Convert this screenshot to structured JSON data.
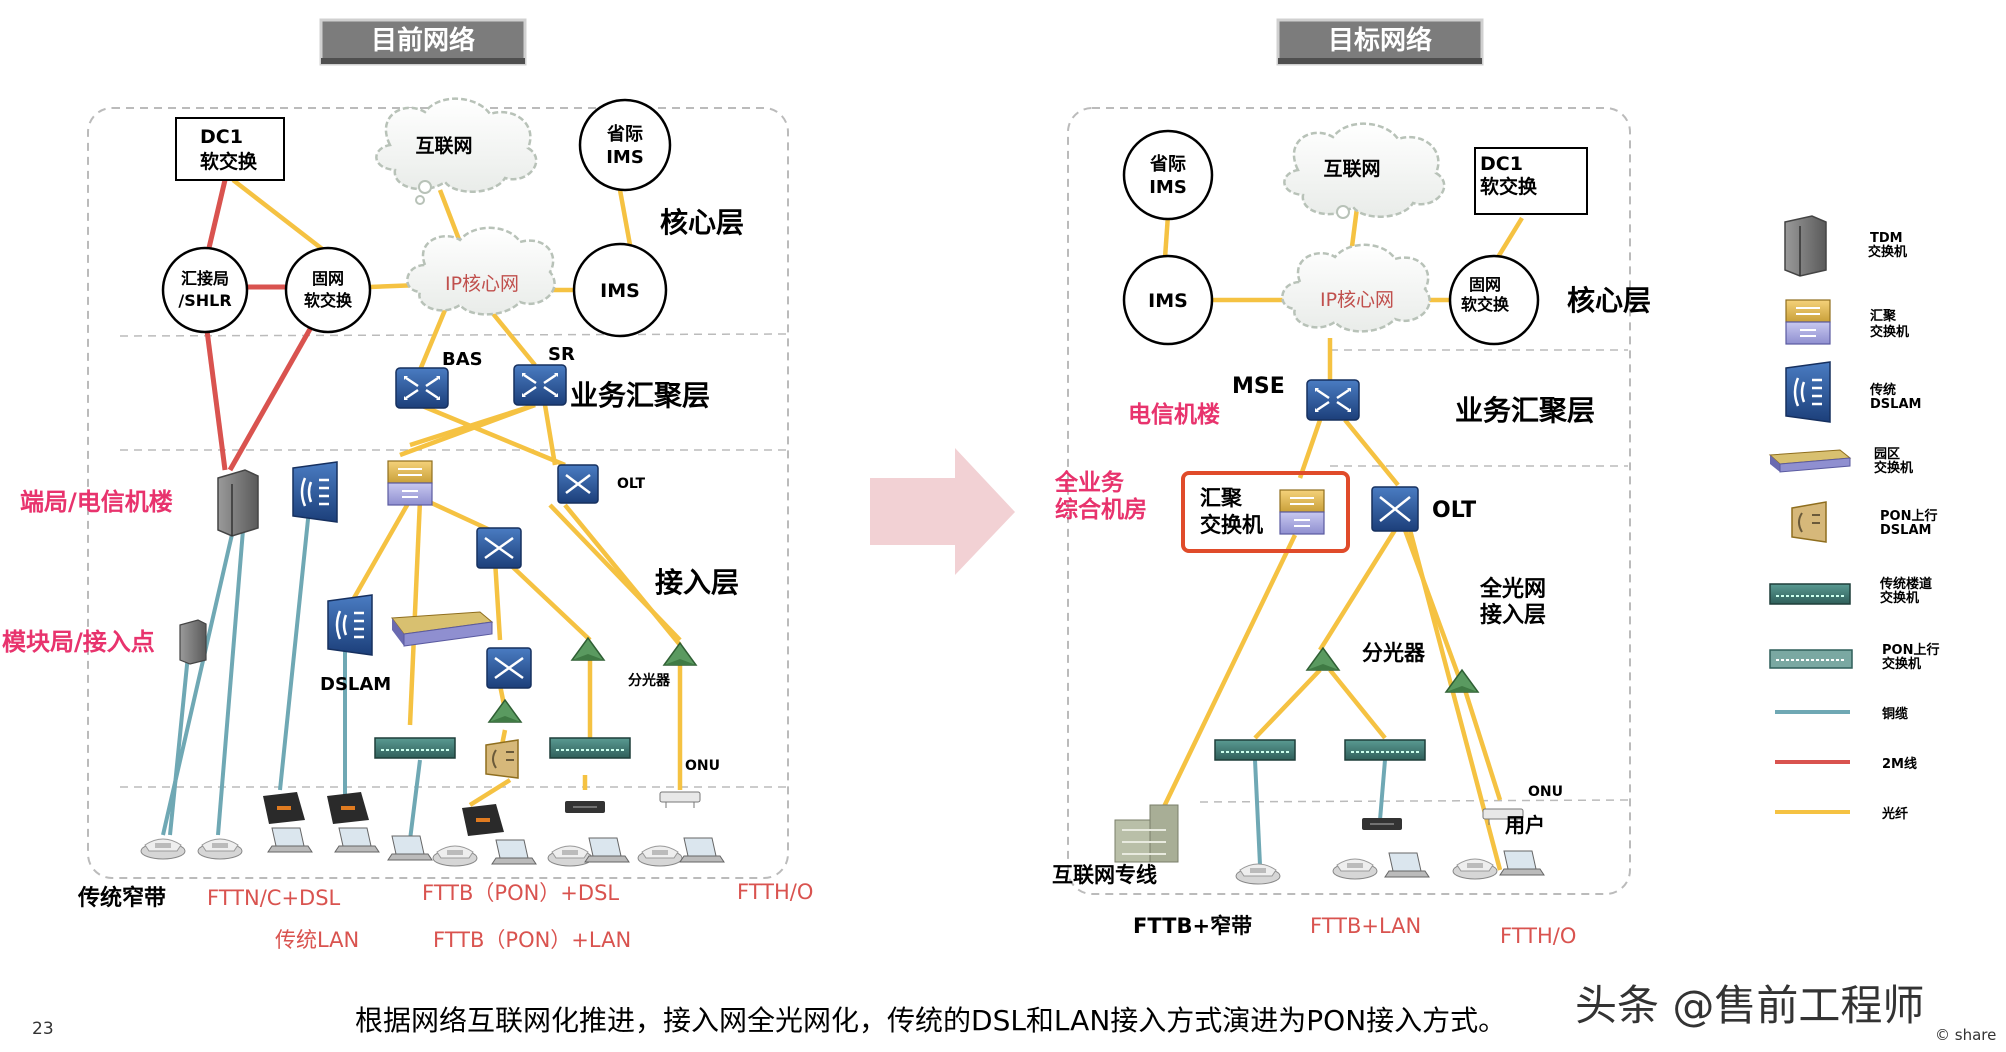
{
  "left": {
    "header": "目前网络",
    "dc1": [
      "DC1",
      "软交换"
    ],
    "internet": "互联网",
    "intl_ims": [
      "省际",
      "IMS"
    ],
    "core_layer": "核心层",
    "hub": [
      "汇接局",
      "/SHLR"
    ],
    "fixed_softswitch": [
      "固网",
      "软交换"
    ],
    "ip_core": "IP核心网",
    "ims": "IMS",
    "bas": "BAS",
    "sr": "SR",
    "agg_layer": "业务汇聚层",
    "olt": "OLT",
    "access_layer": "接入层",
    "end_office": "端局/电信机楼",
    "module_office": "模块局/接入点",
    "dslam": "DSLAM",
    "splitter": "分光器",
    "onu": "ONU",
    "labels": {
      "legacy_narrowband": "传统窄带",
      "fttn": "FTTN/C+DSL",
      "legacy_lan": "传统LAN",
      "fttb_dsl": "FTTB（PON）+DSL",
      "fttb_lan": "FTTB（PON）+LAN",
      "ftth": "FTTH/O"
    }
  },
  "right": {
    "header": "目标网络",
    "intl_ims": [
      "省际",
      "IMS"
    ],
    "internet": "互联网",
    "dc1": [
      "DC1",
      "软交换"
    ],
    "ims": "IMS",
    "ip_core": "IP核心网",
    "fixed_softswitch": [
      "固网",
      "软交换"
    ],
    "core_layer": "核心层",
    "mse": "MSE",
    "telecom_building": "电信机楼",
    "agg_layer": "业务汇聚层",
    "full_service": [
      "全业务",
      "综合机房"
    ],
    "agg_switch": [
      "汇聚",
      "交换机"
    ],
    "olt": "OLT",
    "all_optical": [
      "全光网",
      "接入层"
    ],
    "splitter": "分光器",
    "onu": "ONU",
    "user": "用户",
    "internet_line": "互联网专线",
    "labels": {
      "fttb_narrow": "FTTB+窄带",
      "fttb_lan": "FTTB+LAN",
      "ftth": "FTTH/O"
    }
  },
  "legend": [
    {
      "icon": "tdm-switch-icon",
      "label": [
        "TDM",
        "交换机"
      ]
    },
    {
      "icon": "aggregation-switch-icon",
      "label": [
        "汇聚",
        "交换机"
      ]
    },
    {
      "icon": "dslam-icon",
      "label": [
        "传统",
        "DSLAM"
      ]
    },
    {
      "icon": "campus-switch-icon",
      "label": [
        "园区",
        "交换机"
      ]
    },
    {
      "icon": "pon-dslam-icon",
      "label": [
        "PON上行",
        "DSLAM"
      ]
    },
    {
      "icon": "corridor-switch-icon",
      "label": [
        "传统楼道",
        "交换机"
      ]
    },
    {
      "icon": "pon-switch-icon",
      "label": [
        "PON上行",
        "交换机"
      ]
    },
    {
      "icon": "copper-line-icon",
      "label": [
        "铜缆"
      ]
    },
    {
      "icon": "2m-line-icon",
      "label": [
        "2M线"
      ]
    },
    {
      "icon": "fiber-line-icon",
      "label": [
        "光纤"
      ]
    }
  ],
  "footer": {
    "page_number": "23",
    "caption": "根据网络互联网化推进，接入网全光网化，传统的DSL和LAN接入方式演进为PON接入方式。",
    "watermark": "头条 @售前工程师",
    "copyright": "© share"
  },
  "colors": {
    "fiber": "#f5c242",
    "copper": "#6fa8b4",
    "line_2m": "#d9534f",
    "pink_label": "#e8336d",
    "red_label": "#d9534f",
    "highlight_box": "#e04b2a",
    "arrow": "#f2d1d4"
  }
}
